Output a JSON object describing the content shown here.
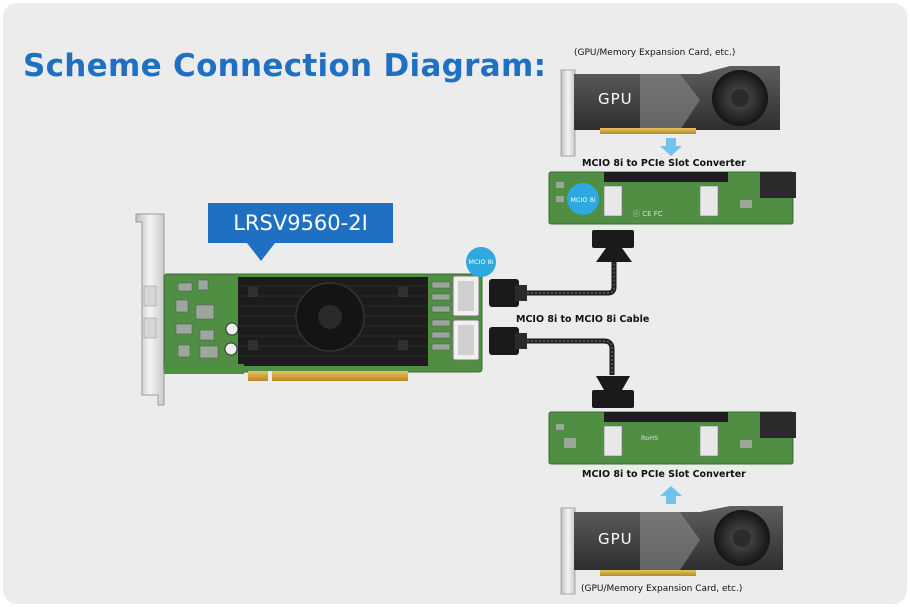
{
  "title": "Scheme Connection Diagram:",
  "model": "LRSV9560-2I",
  "gpu_top": {
    "caption": "(GPU/Memory Expansion Card, etc.)",
    "label": "GPU"
  },
  "gpu_bottom": {
    "caption": "(GPU/Memory Expansion Card, etc.)",
    "label": "GPU"
  },
  "converter_top": {
    "caption": "MCIO 8i to PCIe Slot Converter",
    "port_badge": "MCIO 8i",
    "cert_marks": "ⓒ CE FC"
  },
  "converter_bottom": {
    "caption": "MCIO 8i to PCIe Slot Converter",
    "cert_marks": "RoHS"
  },
  "card_port_badge": "MCIO 8i",
  "cable_label": "MCIO 8i to MCIO 8i Cable",
  "colors": {
    "brand_blue": "#1f6fc2",
    "bubble": "#2ea8e0",
    "arrow": "#6fc3ee",
    "pcb_green": "#4f8e43",
    "heatsink": "#1c1c1c"
  }
}
